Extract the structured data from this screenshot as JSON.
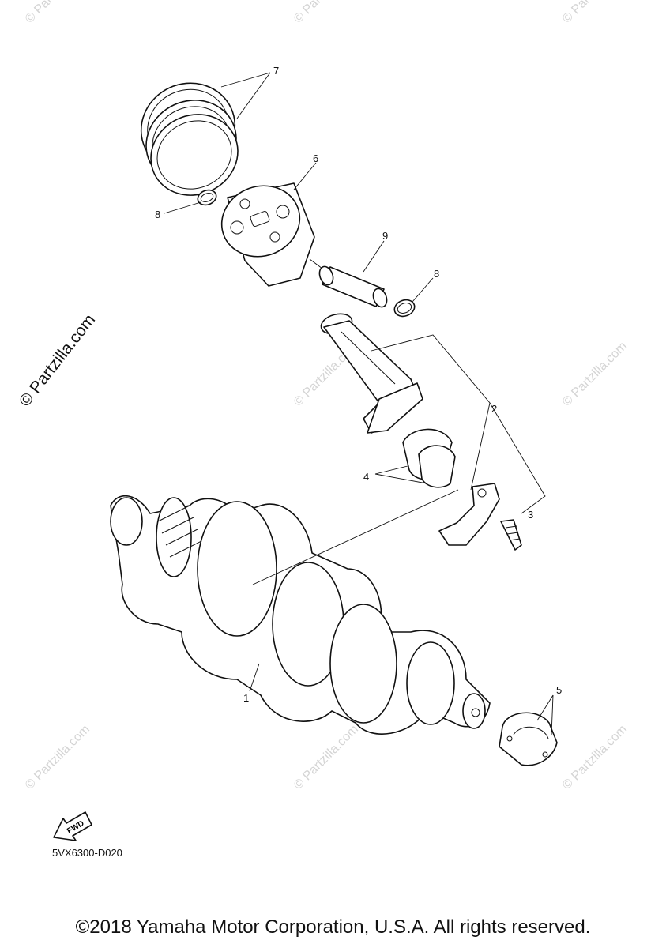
{
  "watermark": {
    "small": "© Partzilla.com",
    "large": "© Partzilla.com"
  },
  "callouts": {
    "crankshaft": "1",
    "connecting_rod": "2",
    "bolt": "3",
    "rod_bearing": "4",
    "main_bearing": "5",
    "piston": "6",
    "piston_rings": "7",
    "circlip_left": "8",
    "circlip_right": "8",
    "piston_pin": "9"
  },
  "fwd_label": "FWD",
  "diagram_code": "5VX6300-D020",
  "copyright": "©2018 Yamaha Motor Corporation, U.S.A. All rights reserved."
}
